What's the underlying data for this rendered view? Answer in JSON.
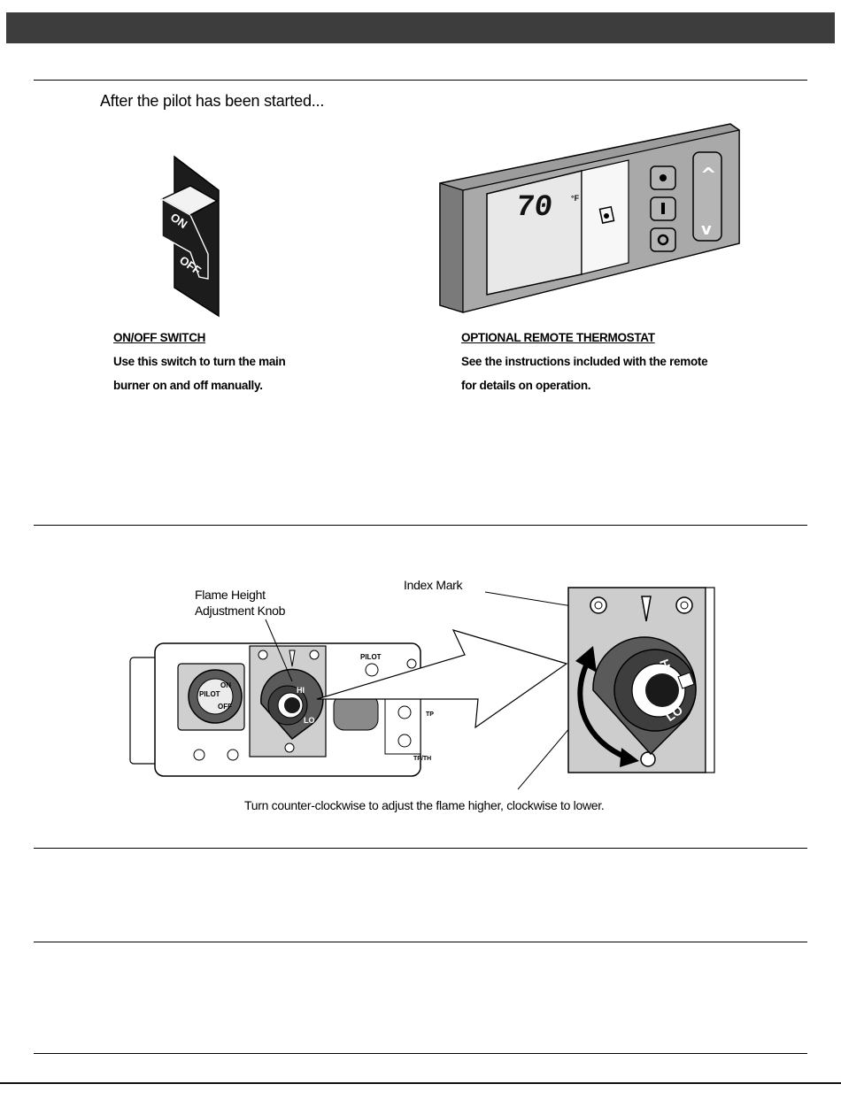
{
  "header": {
    "title": ""
  },
  "section1": {
    "heading": "After the pilot has been started...",
    "switch": {
      "on_label": "ON",
      "off_label": "OFF",
      "caption_title": "ON/OFF SWITCH",
      "caption_line1": "Use this switch to turn the main",
      "caption_line2": "burner on and off manually."
    },
    "thermostat": {
      "temperature": "70",
      "unit": "°F",
      "up_symbol": "^",
      "down_symbol": "v",
      "caption_title": "OPTIONAL REMOTE THERMOSTAT",
      "caption_line1": "See the instructions included with the remote",
      "caption_line2": "for details on operation."
    }
  },
  "section2": {
    "knob_label_line1": "Flame Height",
    "knob_label_line2": "Adjustment Knob",
    "index_label": "Index Mark",
    "instruction": "Turn counter-clockwise to adjust the flame higher, clockwise to lower.",
    "valve": {
      "pilot_label": "PILOT",
      "on_label": "ON",
      "off_label": "OFF",
      "hi_label": "HI",
      "lo_label": "LO",
      "tp_label": "TP",
      "tpth_label": "TP/TH"
    }
  }
}
